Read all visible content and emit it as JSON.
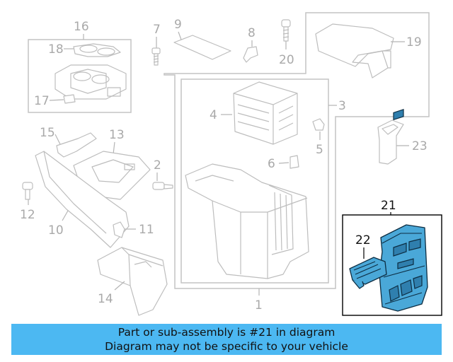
{
  "labels": {
    "p1": "1",
    "p2": "2",
    "p3": "3",
    "p4": "4",
    "p5": "5",
    "p6": "6",
    "p7": "7",
    "p8": "8",
    "p9": "9",
    "p10": "10",
    "p11": "11",
    "p12": "12",
    "p13": "13",
    "p14": "14",
    "p15": "15",
    "p16": "16",
    "p17": "17",
    "p18": "18",
    "p19": "19",
    "p20": "20",
    "p21": "21",
    "p22": "22",
    "p23": "23"
  },
  "highlight_color": "#4aa8d8",
  "caption": {
    "line1": "Part or sub-assembly is #21 in diagram",
    "line2": "Diagram may not be specific to your vehicle",
    "background": "#4cb8f2"
  }
}
